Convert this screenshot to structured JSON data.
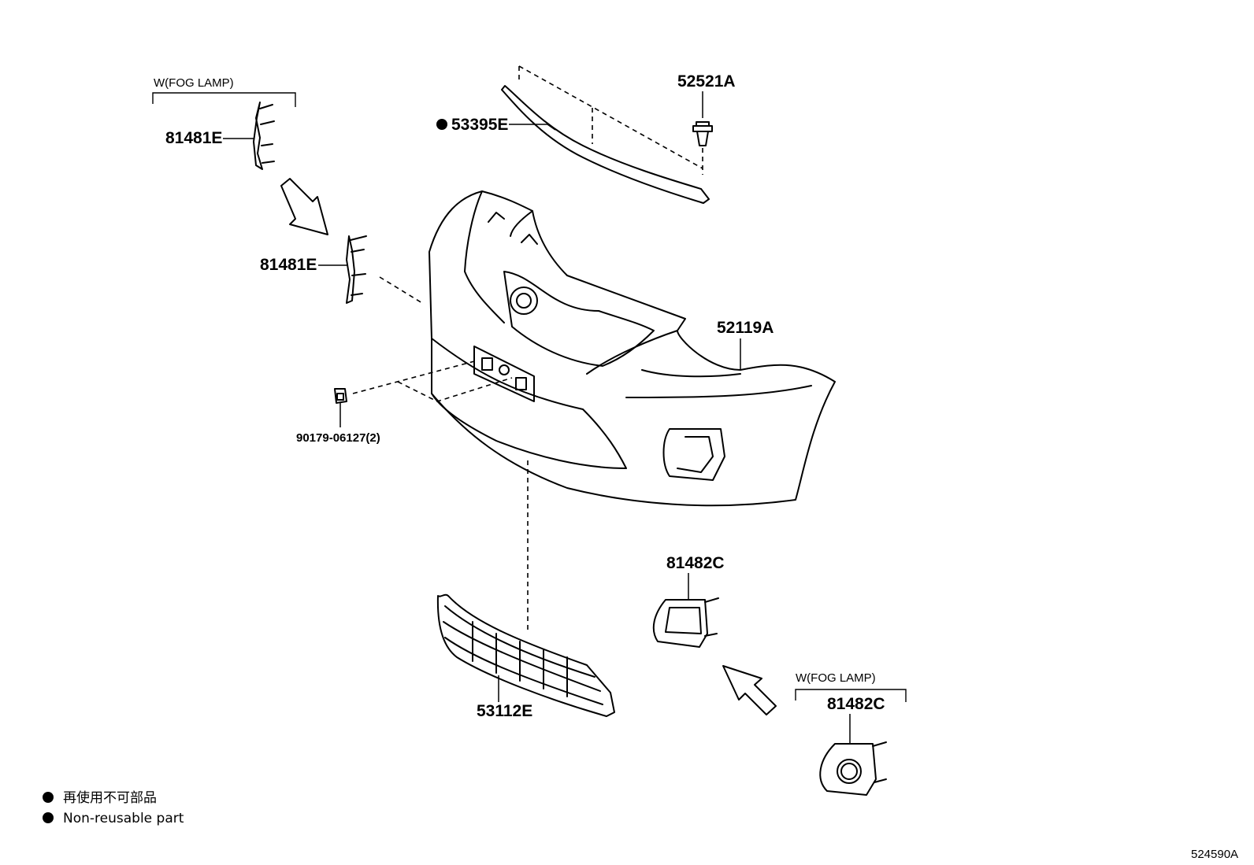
{
  "parts": {
    "p52521A": "52521A",
    "p53395E": "53395E",
    "p81481E_top": "81481E",
    "p81481E_mid": "81481E",
    "p52119A": "52119A",
    "p90179": "90179-06127(2)",
    "p81482C_upper": "81482C",
    "p53112E": "53112E",
    "p81482C_lower": "81482C"
  },
  "notes": {
    "fog_lamp_top": "W(FOG LAMP)",
    "fog_lamp_bottom": "W(FOG LAMP)"
  },
  "legend": {
    "jp": "再使用不可部品",
    "en": "Non-reusable part"
  },
  "diagram_code": "524590A"
}
